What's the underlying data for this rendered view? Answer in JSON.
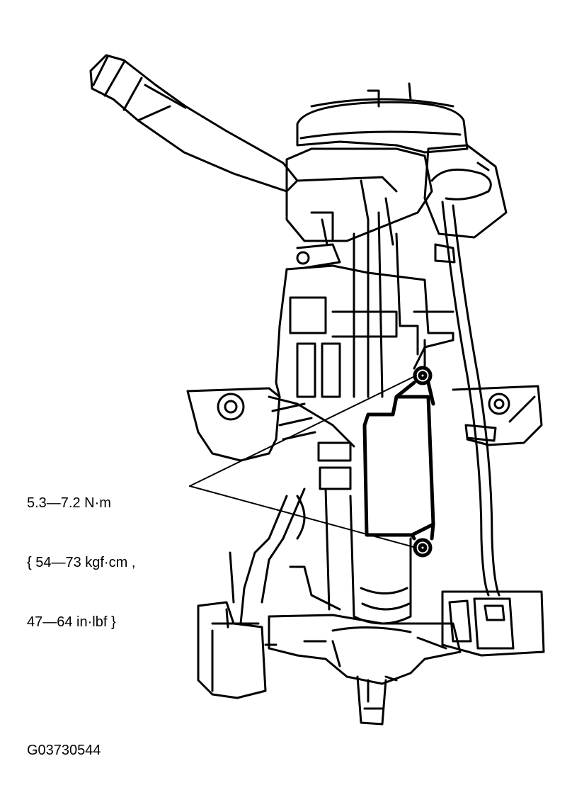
{
  "callout": {
    "line1": "5.3—7.2 N·m",
    "line2": "{ 54—73 kgf·cm ,",
    "line3": "47—64 in·lbf }"
  },
  "figure_id": "G03730544"
}
